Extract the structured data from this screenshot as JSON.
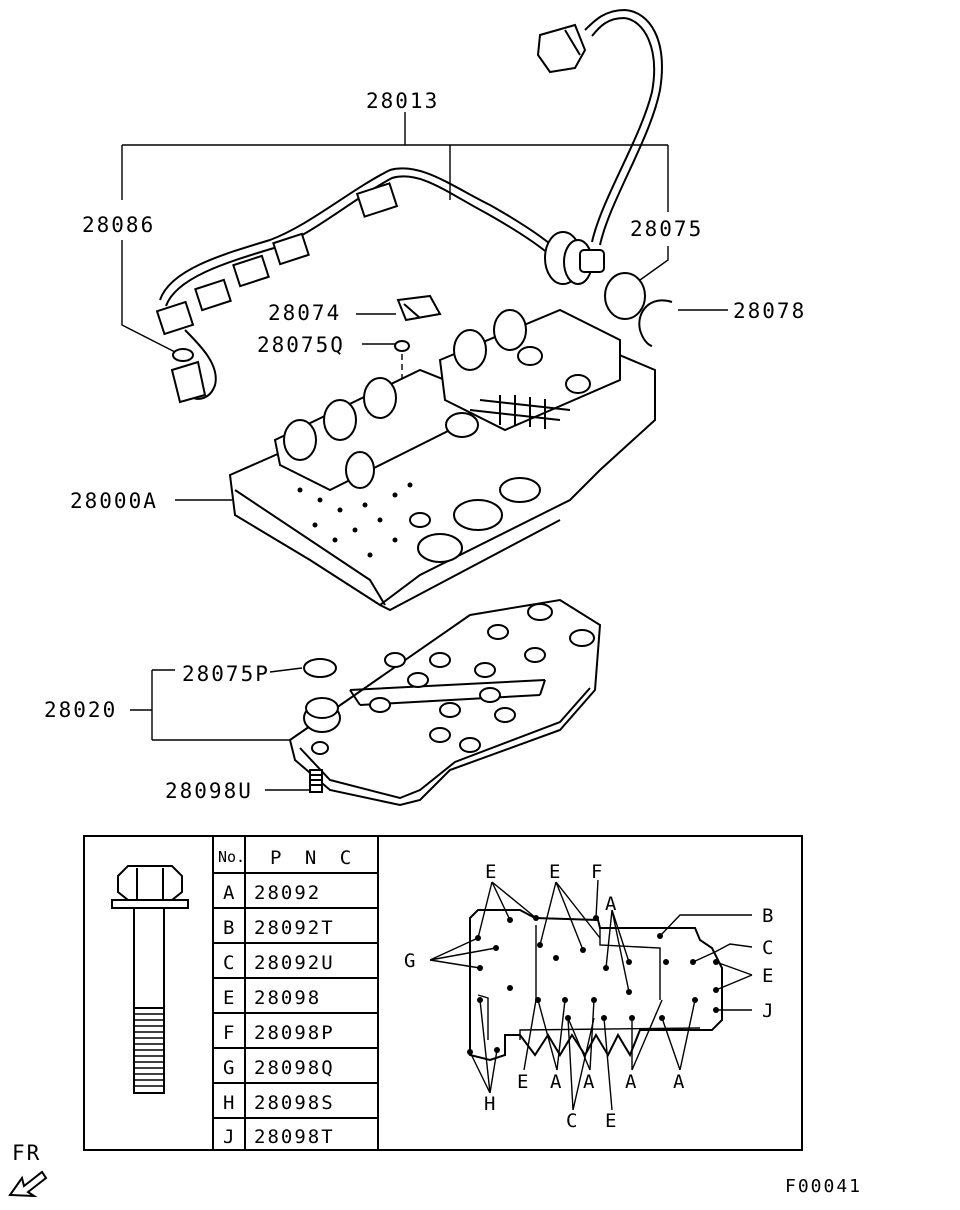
{
  "callouts": {
    "harness_assembly": "28013",
    "harness_left": "28086",
    "harness_connector": "28075",
    "retainer_ring": "28078",
    "clip": "28074",
    "small_oring": "28075Q",
    "valve_body": "28000A",
    "oil_strainer_oring": "28075P",
    "oil_strainer": "28020",
    "strainer_bolt": "28098U"
  },
  "bolt_table": {
    "header_no": "No.",
    "header_pnc": "P N C",
    "rows": [
      {
        "no": "A",
        "pnc": "28092"
      },
      {
        "no": "B",
        "pnc": "28092T"
      },
      {
        "no": "C",
        "pnc": "28092U"
      },
      {
        "no": "E",
        "pnc": "28098"
      },
      {
        "no": "F",
        "pnc": "28098P"
      },
      {
        "no": "G",
        "pnc": "28098Q"
      },
      {
        "no": "H",
        "pnc": "28098S"
      },
      {
        "no": "J",
        "pnc": "28098T"
      }
    ]
  },
  "bolt_map_letters": {
    "e1": "E",
    "e2": "E",
    "f": "F",
    "a_top": "A",
    "b": "B",
    "c_right": "C",
    "e_right": "E",
    "j": "J",
    "g": "G",
    "h": "H",
    "e_bottom": "E",
    "a_b1": "A",
    "a_b2": "A",
    "a_b3": "A",
    "a_b4": "A",
    "c_bottom": "C",
    "e_bottom2": "E"
  },
  "direction_label": "FR",
  "figure_code": "F00041"
}
